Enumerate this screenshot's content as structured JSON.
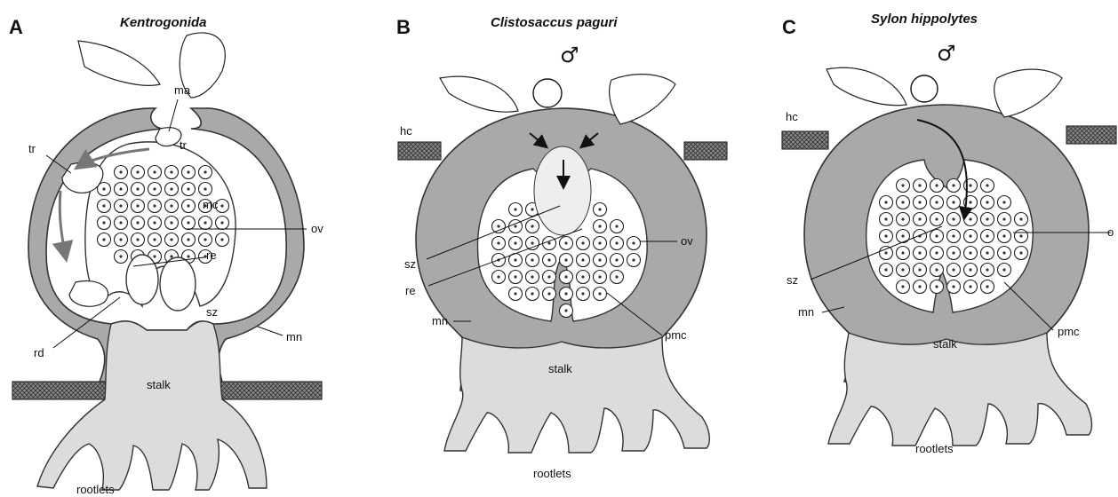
{
  "panels": [
    {
      "letter": "A",
      "title": "Kentrogonida",
      "labels": {
        "ma": "ma",
        "tr_upper": "tr",
        "tr_lower": "tr",
        "mc": "mc",
        "ov": "ov",
        "re": "re",
        "sz": "sz",
        "mn": "mn",
        "rd": "rd",
        "stalk": "stalk",
        "rootlets": "rootlets"
      }
    },
    {
      "letter": "B",
      "title": "Clistosaccus paguri",
      "male_symbol": "♂",
      "labels": {
        "hc": "hc",
        "sz": "sz",
        "re": "re",
        "ov": "ov",
        "mn": "mn",
        "pmc": "pmc",
        "stalk": "stalk",
        "rootlets": "rootlets"
      }
    },
    {
      "letter": "C",
      "title": "Sylon hippolytes",
      "male_symbol": "♂",
      "labels": {
        "hc": "hc",
        "sz": "sz",
        "o": "o",
        "mn": "mn",
        "pmc": "pmc",
        "stalk": "stalk",
        "rootlets": "rootlets"
      }
    }
  ],
  "colors": {
    "mantle": "#a9a9a9",
    "stalk": "#dcdcdc",
    "line": "#111111"
  }
}
